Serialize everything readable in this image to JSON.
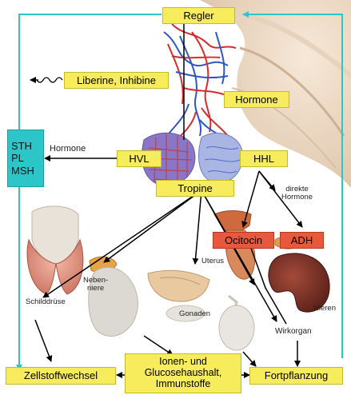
{
  "boxes": {
    "regler": "Regler",
    "liberine": "Liberine, Inhibine",
    "hormone": "Hormone",
    "hvl": "HVL",
    "hhl": "HHL",
    "tropine": "Tropine",
    "ocitocin": "Ocitocin",
    "adh": "ADH",
    "zellstoffwechsel": "Zellstoffwechsel",
    "ionen_line1": "Ionen- und",
    "ionen_line2": "Glucosehaushalt,",
    "ionen_line3": "Immunstoffe",
    "fortpflanzung": "Fortpflanzung",
    "sth_pl_msh": [
      "STH",
      "PL",
      "MSH"
    ]
  },
  "labels": {
    "hormone_left": "Hormone",
    "direkte_line1": "direkte",
    "direkte_line2": "Hormone",
    "schilddruese": "Schilddrüse",
    "neben_line1": "Neben-",
    "neben_line2": "niere",
    "uterus": "Uterus",
    "gonaden": "Gonaden",
    "nieren": "Nieren",
    "wirkorgan": "Wirkorgan"
  },
  "colors": {
    "box_yellow": "#f7ec5c",
    "box_red": "#e8583d",
    "box_cyan": "#2cc6c9",
    "feedback_arrow": "#2cc6c9",
    "arrow": "#000000"
  }
}
